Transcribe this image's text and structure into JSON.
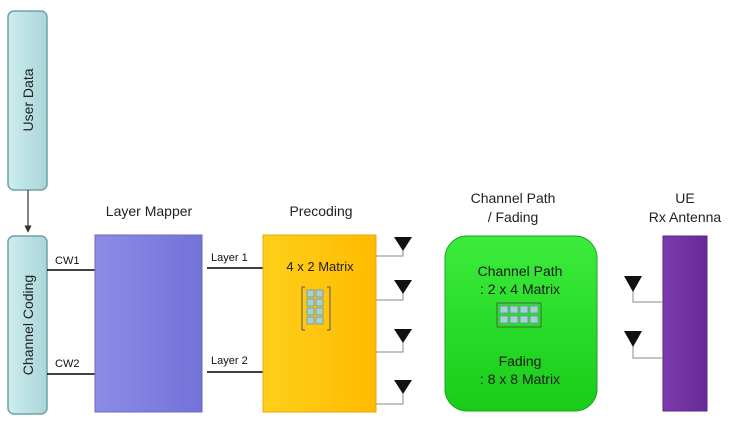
{
  "blocks": {
    "user_data": "User Data",
    "channel_coding": "Channel Coding",
    "layer_mapper": "Layer Mapper",
    "precoding": "Precoding",
    "precoding_matrix": "4 x 2 Matrix",
    "channel_path_title_line1": "Channel Path",
    "channel_path_title_line2": "/ Fading",
    "channel_path_line1": "Channel Path",
    "channel_path_line2": ": 2 x 4 Matrix",
    "fading_line1": "Fading",
    "fading_line2": ": 8 x 8 Matrix",
    "ue_line1": "UE",
    "ue_line2": "Rx Antenna"
  },
  "signals": {
    "cw1": "CW1",
    "cw2": "CW2",
    "layer1": "Layer 1",
    "layer2": "Layer 2"
  },
  "colors": {
    "user_box_fill": "#b7dee0",
    "user_box_stroke": "#6fa3a8",
    "layer_mapper_fill": "#7f7fdf",
    "layer_mapper_stroke": "#6a6ac4",
    "precoding_fill": "#ffc400",
    "precoding_stroke": "#e8a800",
    "channel_fill": "#22dd22",
    "channel_stroke": "#1aa51a",
    "ue_fill": "#7030a0",
    "ue_stroke": "#5a2688"
  }
}
